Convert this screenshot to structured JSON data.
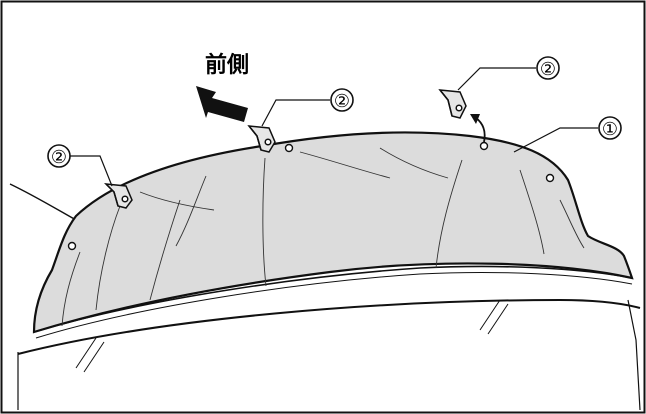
{
  "diagram": {
    "direction_label": "前側",
    "callouts": {
      "part_1": "①",
      "part_2a": "②",
      "part_2b": "②",
      "part_2c": "②"
    },
    "colors": {
      "cover_fill": "#dcdcdc",
      "line": "#111111",
      "background": "#ffffff"
    }
  }
}
